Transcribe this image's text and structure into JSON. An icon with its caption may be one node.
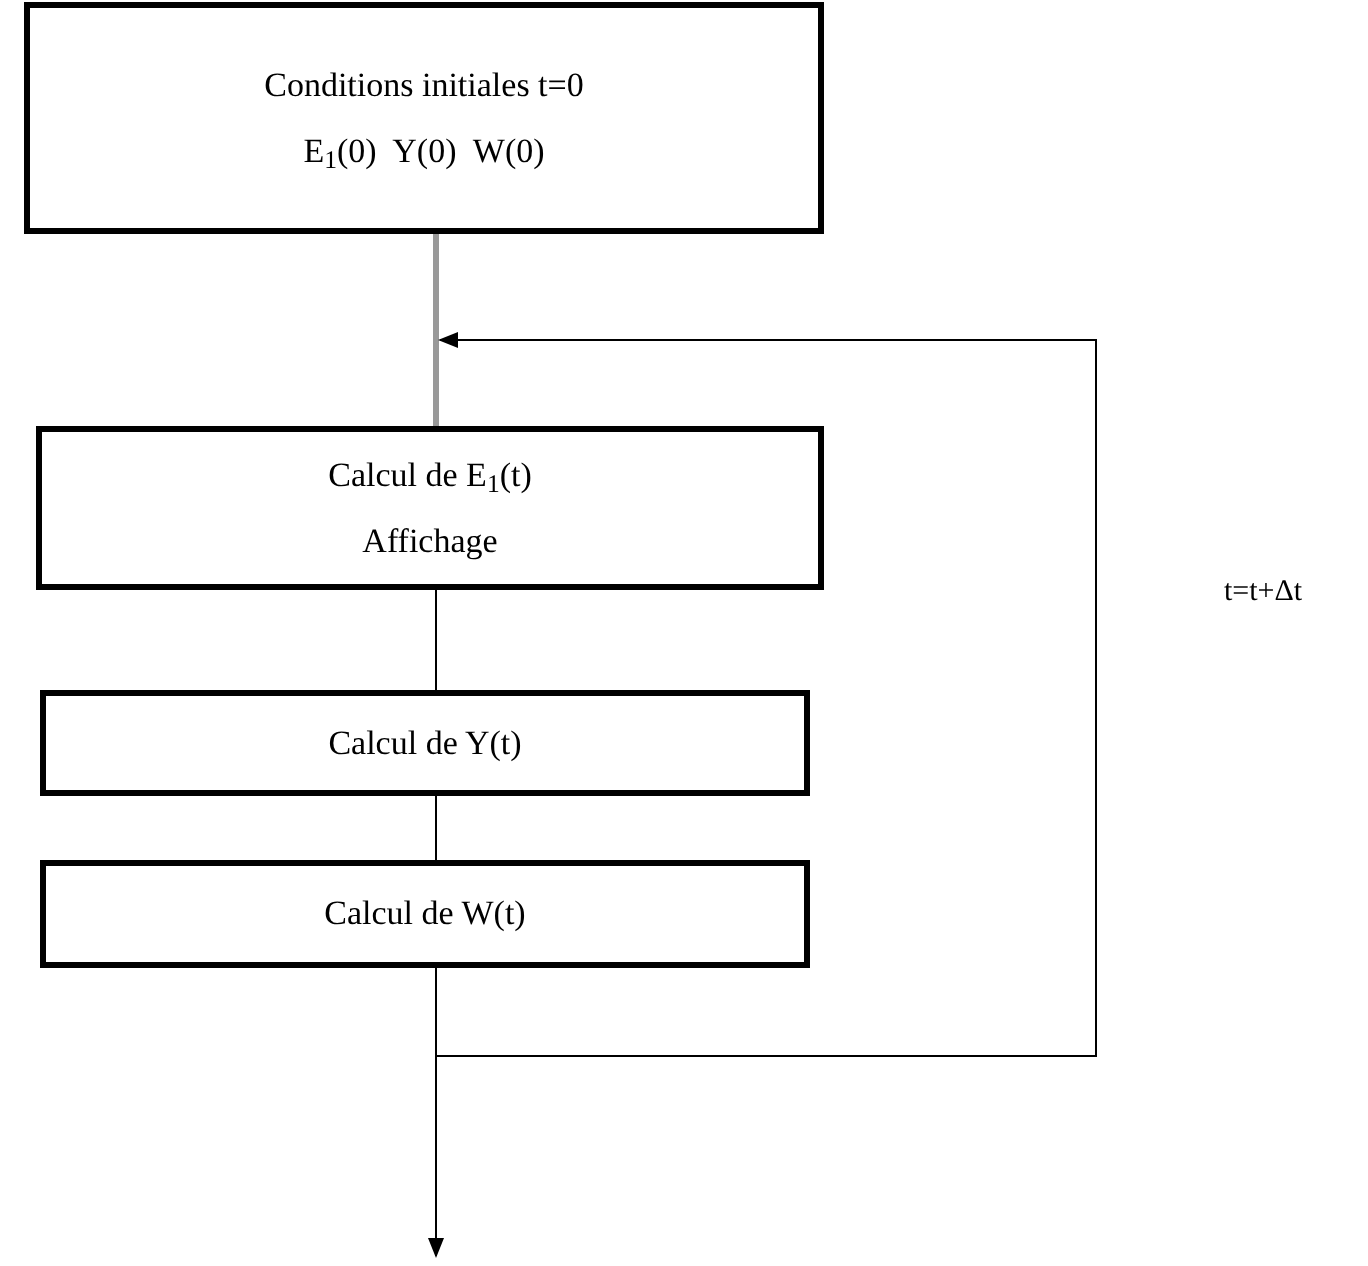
{
  "diagram": {
    "nodes": [
      {
        "text": [
          "Conditions initiales t=0",
          "E$_{1}$(0)  Y(0)  W(0)"
        ]
      },
      {
        "text": [
          "Calcul de E$_{1}$(t)",
          "Affichage"
        ]
      },
      {
        "text": [
          "Calcul de Y(t)"
        ]
      },
      {
        "text": [
          "Calcul de W(t)"
        ]
      }
    ],
    "edges": [
      {
        "from": 0,
        "to": 1,
        "arrow": "none",
        "color": "#999999",
        "style": "thick"
      },
      {
        "from": 1,
        "to": 2,
        "arrow": "none"
      },
      {
        "from": 2,
        "to": 3,
        "arrow": "none"
      },
      {
        "from": 3,
        "to": null,
        "arrow": "to"
      },
      {
        "from": 3,
        "to": 1,
        "arrow": "to",
        "label": "t=t+Δt"
      }
    ]
  }
}
